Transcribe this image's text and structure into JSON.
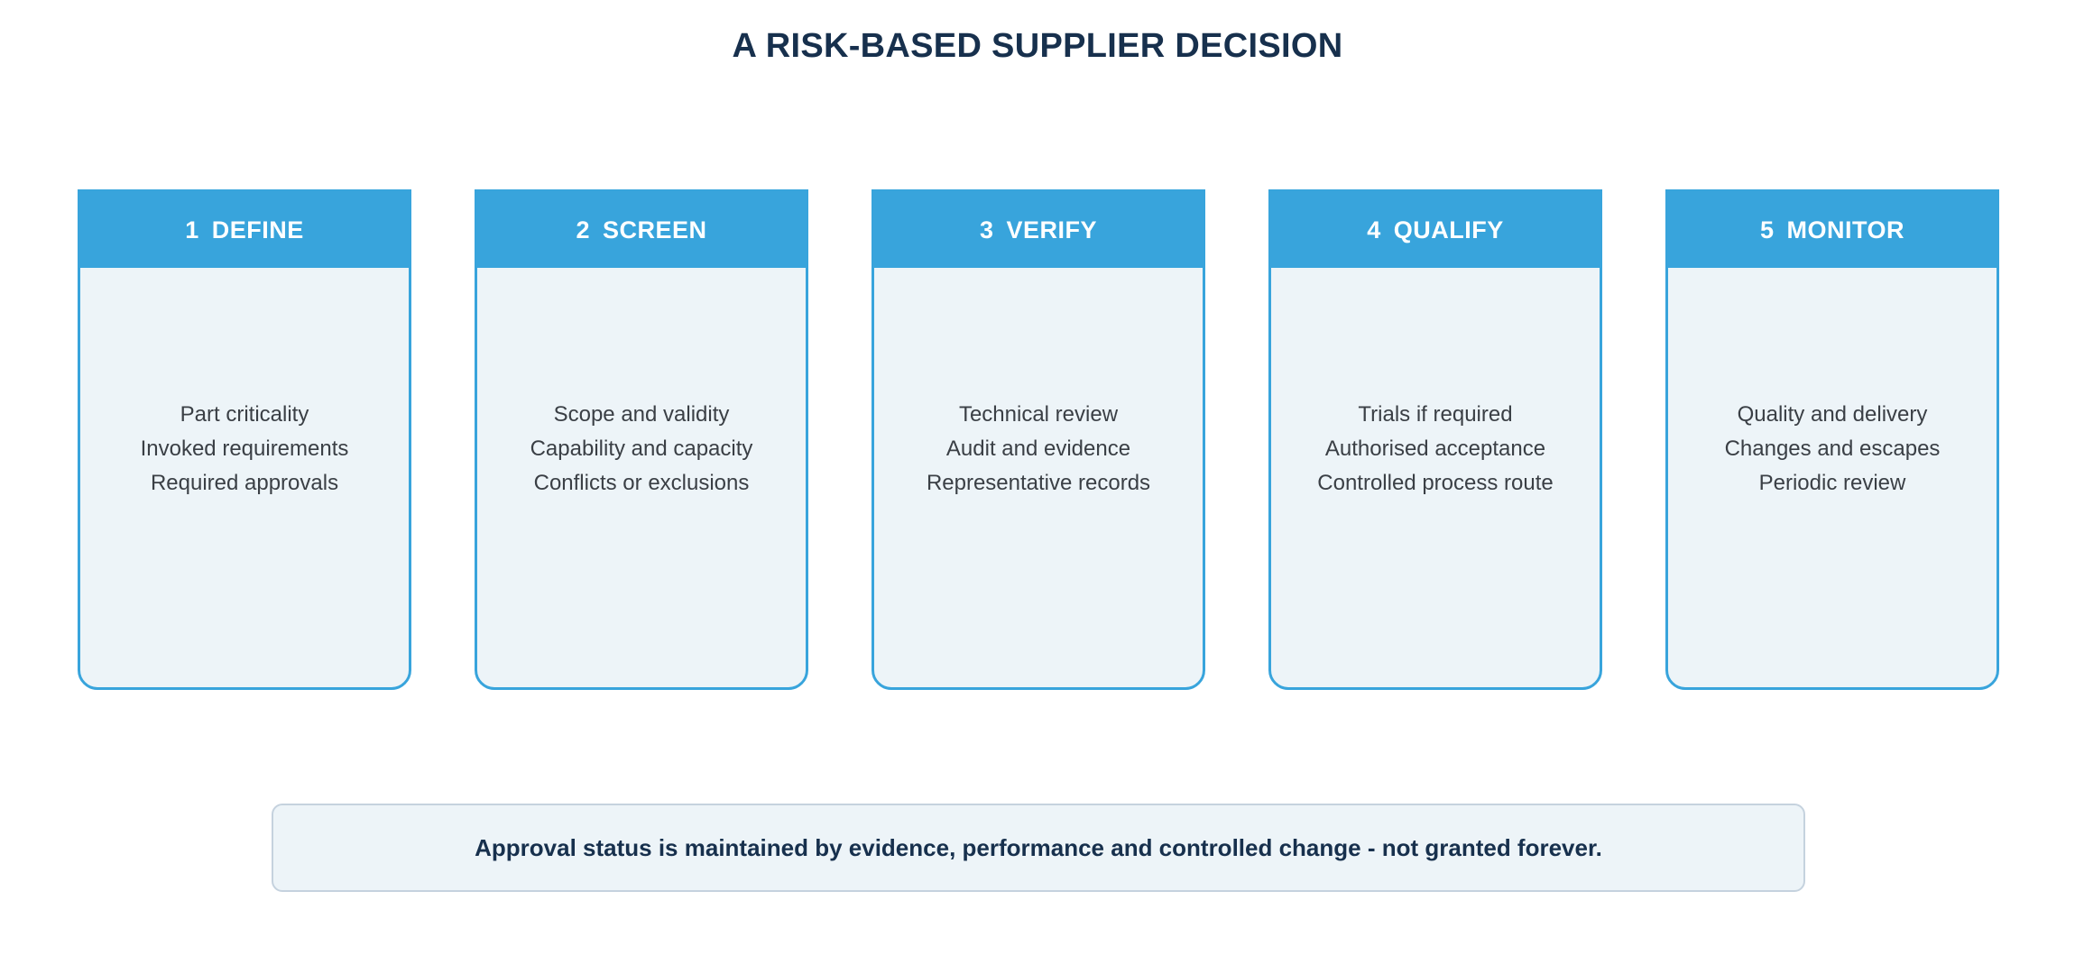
{
  "title": "A RISK-BASED SUPPLIER DECISION",
  "stages": [
    {
      "number": "1",
      "label": "DEFINE",
      "items": [
        "Part criticality",
        "Invoked requirements",
        "Required approvals"
      ]
    },
    {
      "number": "2",
      "label": "SCREEN",
      "items": [
        "Scope and validity",
        "Capability and capacity",
        "Conflicts or exclusions"
      ]
    },
    {
      "number": "3",
      "label": "VERIFY",
      "items": [
        "Technical review",
        "Audit and evidence",
        "Representative records"
      ]
    },
    {
      "number": "4",
      "label": "QUALIFY",
      "items": [
        "Trials if required",
        "Authorised acceptance",
        "Controlled process route"
      ]
    },
    {
      "number": "5",
      "label": "MONITOR",
      "items": [
        "Quality and delivery",
        "Changes and escapes",
        "Periodic review"
      ]
    }
  ],
  "footer": "Approval status is maintained by evidence, performance and controlled change - not granted forever.",
  "colors": {
    "accent": "#38a4dc",
    "panel": "#edf4f8",
    "title": "#17304d",
    "body_text": "#3a3f45",
    "footer_border": "#c5d2de"
  }
}
